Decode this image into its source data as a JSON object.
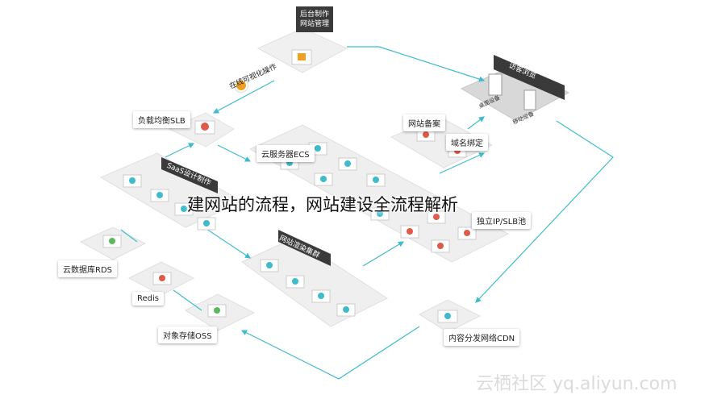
{
  "caption": "建网站的流程，网站建设全流程解析",
  "watermark": "云栖社区 yq.aliyun.com",
  "labels": {
    "backend_tag": "后台制作\n网站管理",
    "visitor_tag": "访客浏览",
    "slb": "负载均衡SLB",
    "visual_op": "在线可视化操作",
    "ecs": "云服务器ECS",
    "saas": "SaaS设计制作",
    "filing": "网站备案",
    "domain": "域名绑定",
    "ip_slb": "独立IP/SLB池",
    "rds": "云数据库RDS",
    "redis": "Redis",
    "oss": "对象存储OSS",
    "render_cluster": "网站渲染集群",
    "cdn": "内容分发网络CDN",
    "desktop_device": "桌面设备",
    "mobile_device": "移动设备"
  },
  "colors": {
    "teal": "#3fbccc",
    "orange": "#f0a020",
    "red": "#e05a4a",
    "green": "#5cb85c",
    "dark": "#3a3a3a",
    "platform": "#eeeeee"
  }
}
